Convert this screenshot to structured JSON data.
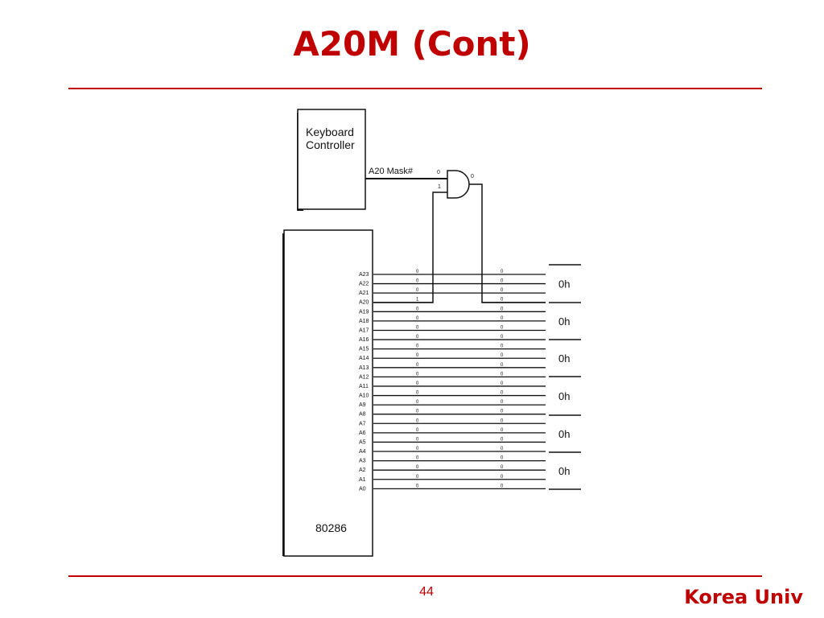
{
  "slide": {
    "title": "A20M (Cont)",
    "page_number": "44",
    "footer": "Korea Univ"
  },
  "diagram": {
    "keyboard_controller_lines": [
      "Keyboard",
      "Controller"
    ],
    "mask_signal_label": "A20 Mask#",
    "gate_input_top_value": "0",
    "gate_input_bottom_value": "1",
    "gate_output_value": "0",
    "cpu_label": "80286",
    "address_lines": [
      {
        "name": "A23",
        "in": "0",
        "out": "0"
      },
      {
        "name": "A22",
        "in": "0",
        "out": "0"
      },
      {
        "name": "A21",
        "in": "0",
        "out": "0"
      },
      {
        "name": "A20",
        "in": "1",
        "out": "0"
      },
      {
        "name": "A19",
        "in": "0",
        "out": "0"
      },
      {
        "name": "A18",
        "in": "0",
        "out": "0"
      },
      {
        "name": "A17",
        "in": "0",
        "out": "0"
      },
      {
        "name": "A16",
        "in": "0",
        "out": "0"
      },
      {
        "name": "A15",
        "in": "0",
        "out": "0"
      },
      {
        "name": "A14",
        "in": "0",
        "out": "0"
      },
      {
        "name": "A13",
        "in": "0",
        "out": "0"
      },
      {
        "name": "A12",
        "in": "0",
        "out": "0"
      },
      {
        "name": "A11",
        "in": "0",
        "out": "0"
      },
      {
        "name": "A10",
        "in": "0",
        "out": "0"
      },
      {
        "name": "A9",
        "in": "0",
        "out": "0"
      },
      {
        "name": "A8",
        "in": "0",
        "out": "0"
      },
      {
        "name": "A7",
        "in": "0",
        "out": "0"
      },
      {
        "name": "A6",
        "in": "0",
        "out": "0"
      },
      {
        "name": "A5",
        "in": "0",
        "out": "0"
      },
      {
        "name": "A4",
        "in": "0",
        "out": "0"
      },
      {
        "name": "A3",
        "in": "0",
        "out": "0"
      },
      {
        "name": "A2",
        "in": "0",
        "out": "0"
      },
      {
        "name": "A1",
        "in": "0",
        "out": "0"
      },
      {
        "name": "A0",
        "in": "0",
        "out": "0"
      }
    ],
    "hex_groups": [
      "0h",
      "0h",
      "0h",
      "0h",
      "0h",
      "0h"
    ]
  }
}
